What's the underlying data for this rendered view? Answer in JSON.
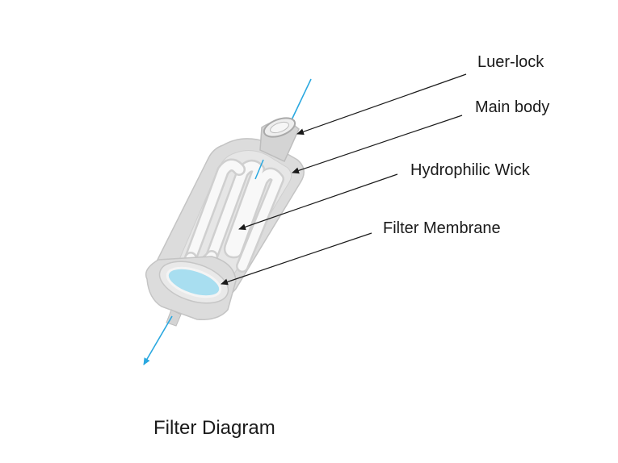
{
  "diagram": {
    "caption": "Filter Diagram",
    "labels": {
      "luer_lock": "Luer-lock",
      "main_body": "Main body",
      "hydrophilic_wick": "Hydrophilic Wick",
      "filter_membrane": "Filter Membrane"
    },
    "colors": {
      "body_fill": "#d9d9d9",
      "body_shade": "#c8c8c8",
      "wick_fill": "#f7f7f7",
      "membrane_fill": "#a8def0",
      "flow_arrow": "#29a8e0",
      "leader_line": "#1a1a1a"
    }
  }
}
